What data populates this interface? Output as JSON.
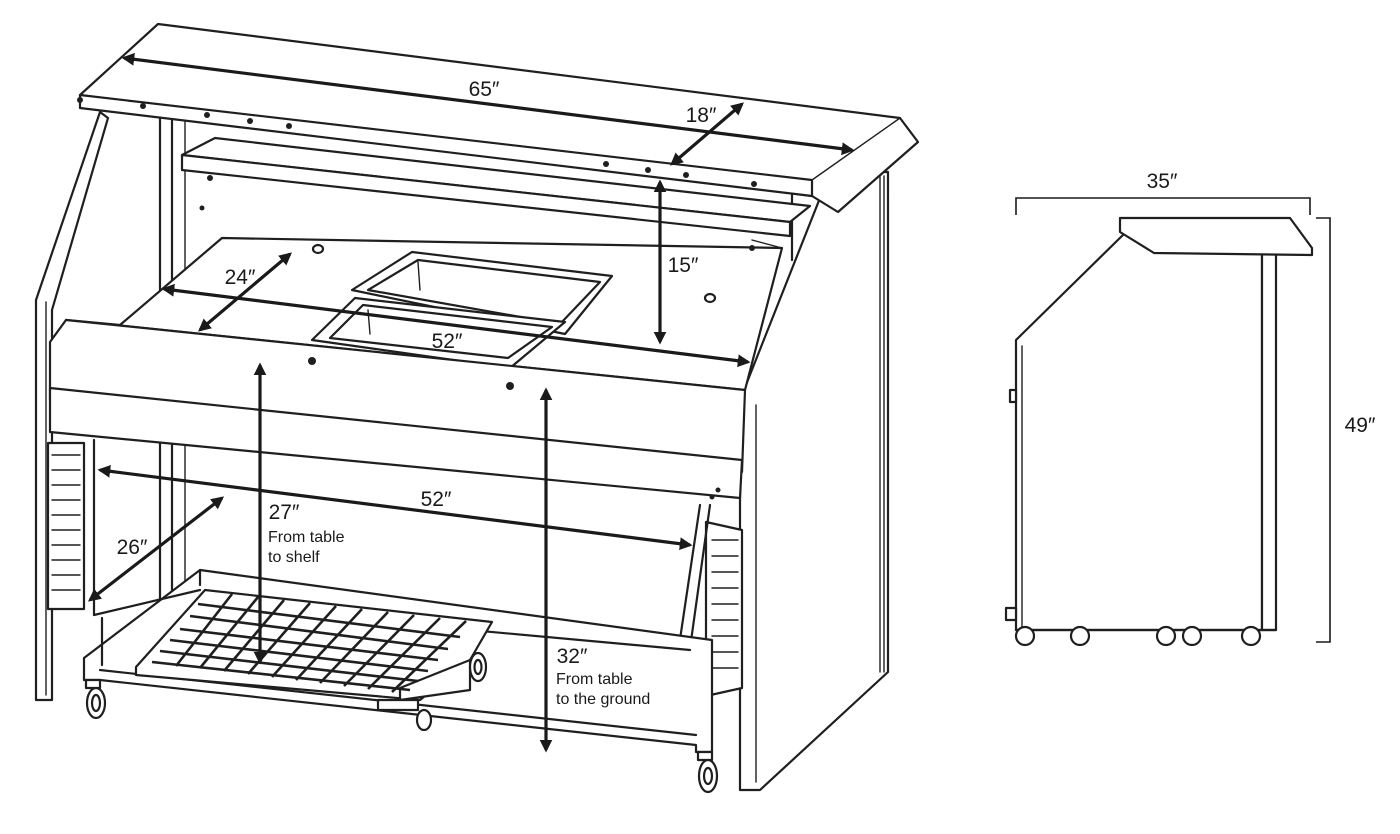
{
  "dimensions": {
    "top_width": "65″",
    "top_depth": "18″",
    "counter_depth": "24″",
    "counter_height": "15″",
    "counter_width": "52″",
    "table_to_shelf": "27″",
    "table_to_shelf_note": [
      "From table",
      "to shelf"
    ],
    "lower_width": "52″",
    "shelf_depth": "26″",
    "table_to_ground": "32″",
    "table_to_ground_note": [
      "From table",
      "to the ground"
    ],
    "side_depth": "35″",
    "side_height": "49″"
  }
}
